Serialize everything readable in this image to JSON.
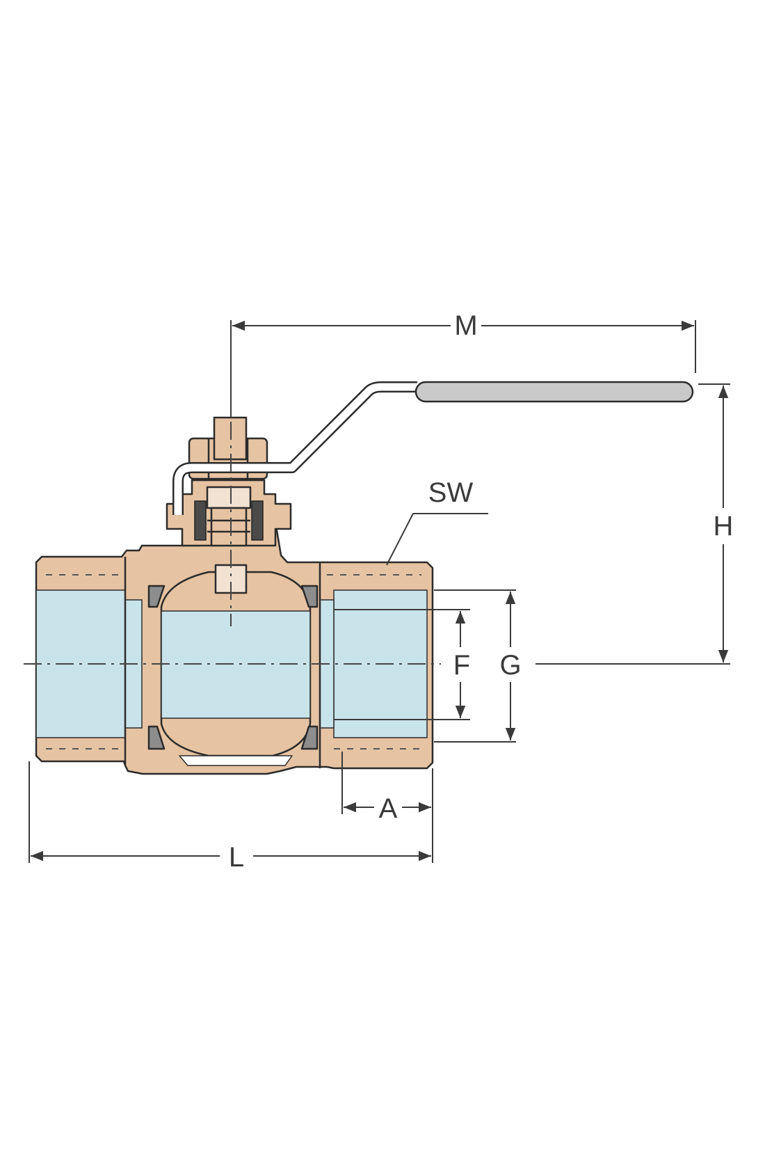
{
  "diagram": {
    "labels": {
      "M": "M",
      "H": "H",
      "SW": "SW",
      "F": "F",
      "G": "G",
      "A": "A",
      "L": "L"
    },
    "colors": {
      "brass": "#e6c3a2",
      "brass_dark": "#d9b08c",
      "bore": "#c8e3ea",
      "seal": "#8d8d8d",
      "handle_sleeve": "#c9c9c9",
      "line": "#3a3a3a"
    }
  }
}
